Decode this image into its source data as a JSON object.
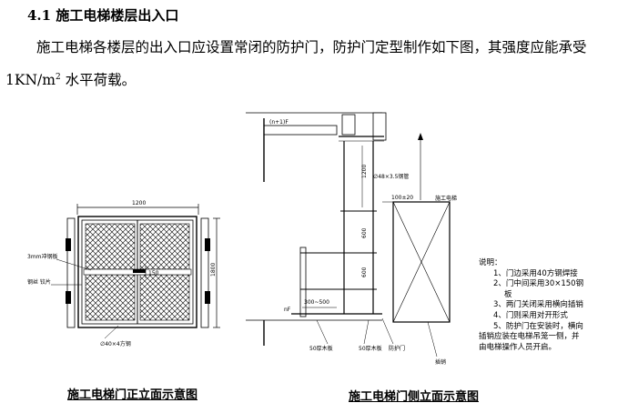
{
  "heading": "4.1 施工电梯楼层出入口",
  "paragraph": "施工电梯各楼层的出入口应设置常闭的防护门，防护门定型制作如下图，其强度应能承受 1KN/m",
  "paragraph_sup": "2",
  "paragraph_end": " 水平荷载。",
  "front_view": {
    "caption": "施工电梯门正立面示意图",
    "width_dim": "1200",
    "height_dim": "1800",
    "inner_dim": "150",
    "label_mesh": "3mm冲钢板",
    "label_hinge": "钢丝 铰片",
    "label_frame": "∅40×4方钢"
  },
  "side_view": {
    "caption": "施工电梯门侧立面示意图",
    "floor_label": "(n+1)F",
    "dim_1200": "1200",
    "dim_600a": "600",
    "dim_600b": "600",
    "rebar_label": "∅48×3.5钢管",
    "gap_label": "100±20",
    "cage_label": "施工电梯",
    "range_label": "300~500",
    "nf_label": "nF",
    "plank1": "50厚木板",
    "plank2": "50厚木板",
    "door_label": "防护门",
    "bolt_label": "插销"
  },
  "notes": {
    "title": "说明：",
    "items": [
      "1、门边采用40方钢焊接",
      "2、门中间采用30×150钢",
      "板",
      "3、两门关闭采用横向插销",
      "4、门则采用对开形式",
      "5、防护门在安装时，横向",
      "插销应装在电梯吊笼一侧，并",
      "由电梯操作人员开启。"
    ]
  }
}
